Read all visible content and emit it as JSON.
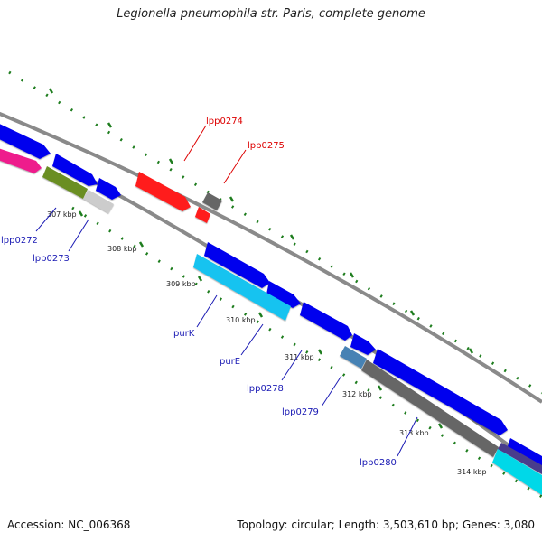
{
  "title": "Legionella pneumophila str. Paris, complete genome",
  "footer": {
    "accession": "Accession: NC_006368",
    "summary": "Topology: circular; Length: 3,503,610 bp; Genes: 3,080"
  },
  "ticks": [
    {
      "label": "307 kbp"
    },
    {
      "label": "308 kbp"
    },
    {
      "label": "309 kbp"
    },
    {
      "label": "310 kbp"
    },
    {
      "label": "311 kbp"
    },
    {
      "label": "312 kbp"
    },
    {
      "label": "313 kbp"
    },
    {
      "label": "314 kbp"
    }
  ],
  "gene_labels": [
    {
      "name": "lpp0272",
      "color": "#1a1ab4"
    },
    {
      "name": "lpp0273",
      "color": "#1a1ab4"
    },
    {
      "name": "lpp0274",
      "color": "#dd0000"
    },
    {
      "name": "lpp0275",
      "color": "#dd0000"
    },
    {
      "name": "purK",
      "color": "#1a1ab4"
    },
    {
      "name": "purE",
      "color": "#1a1ab4"
    },
    {
      "name": "lpp0278",
      "color": "#1a1ab4"
    },
    {
      "name": "lpp0279",
      "color": "#1a1ab4"
    },
    {
      "name": "lpp0280",
      "color": "#1a1ab4"
    }
  ],
  "colors": {
    "backbone": "#8a8a8a",
    "tick_dots": "#1e7d1e",
    "forward_gene": "#0000ee",
    "rna_gene": "#ff1a1a",
    "pseudo_gene": "#666666",
    "light_blue_gene": "#19c3f0",
    "cyan_gene": "#00d8e8",
    "pink_gene": "#ee1e8c",
    "olive_gene": "#6b8e23",
    "light_gray_gene": "#cccccc",
    "steel_gene": "#4682b4",
    "slate_gene": "#4a3c8c"
  }
}
